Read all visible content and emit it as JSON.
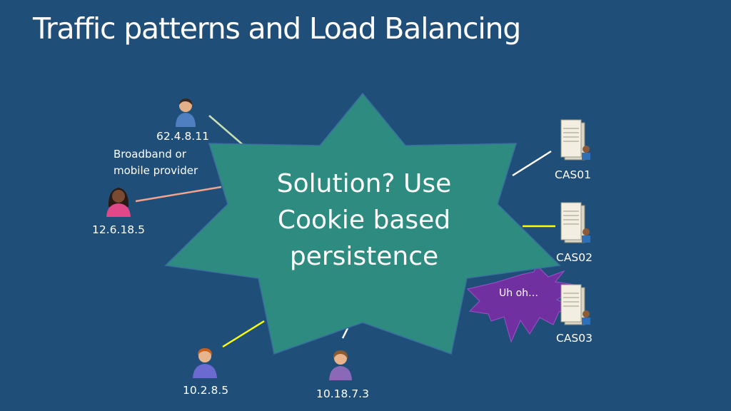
{
  "title": "Traffic patterns and Load Balancing",
  "clients": [
    {
      "ip": "62.4.8.11",
      "note_line1": "Broadband or",
      "note_line2": "mobile provider"
    },
    {
      "ip": "12.6.18.5"
    },
    {
      "ip": "10.2.8.5"
    },
    {
      "ip": "10.18.7.3"
    }
  ],
  "servers": [
    {
      "name": "CAS01"
    },
    {
      "name": "CAS02"
    },
    {
      "name": "CAS03"
    }
  ],
  "callout": {
    "line1": "Solution?  Use",
    "line2": "Cookie based",
    "line3": "persistence"
  },
  "alert": {
    "text": "Uh oh…"
  },
  "colors": {
    "background": "#1f4e79",
    "star_fill": "#2e8b80",
    "alert_fill": "#7030a0",
    "line_green": "#c6e0b4",
    "line_salmon": "#f4a38e",
    "line_yellow": "#ffff00",
    "line_white": "#ffffff"
  }
}
